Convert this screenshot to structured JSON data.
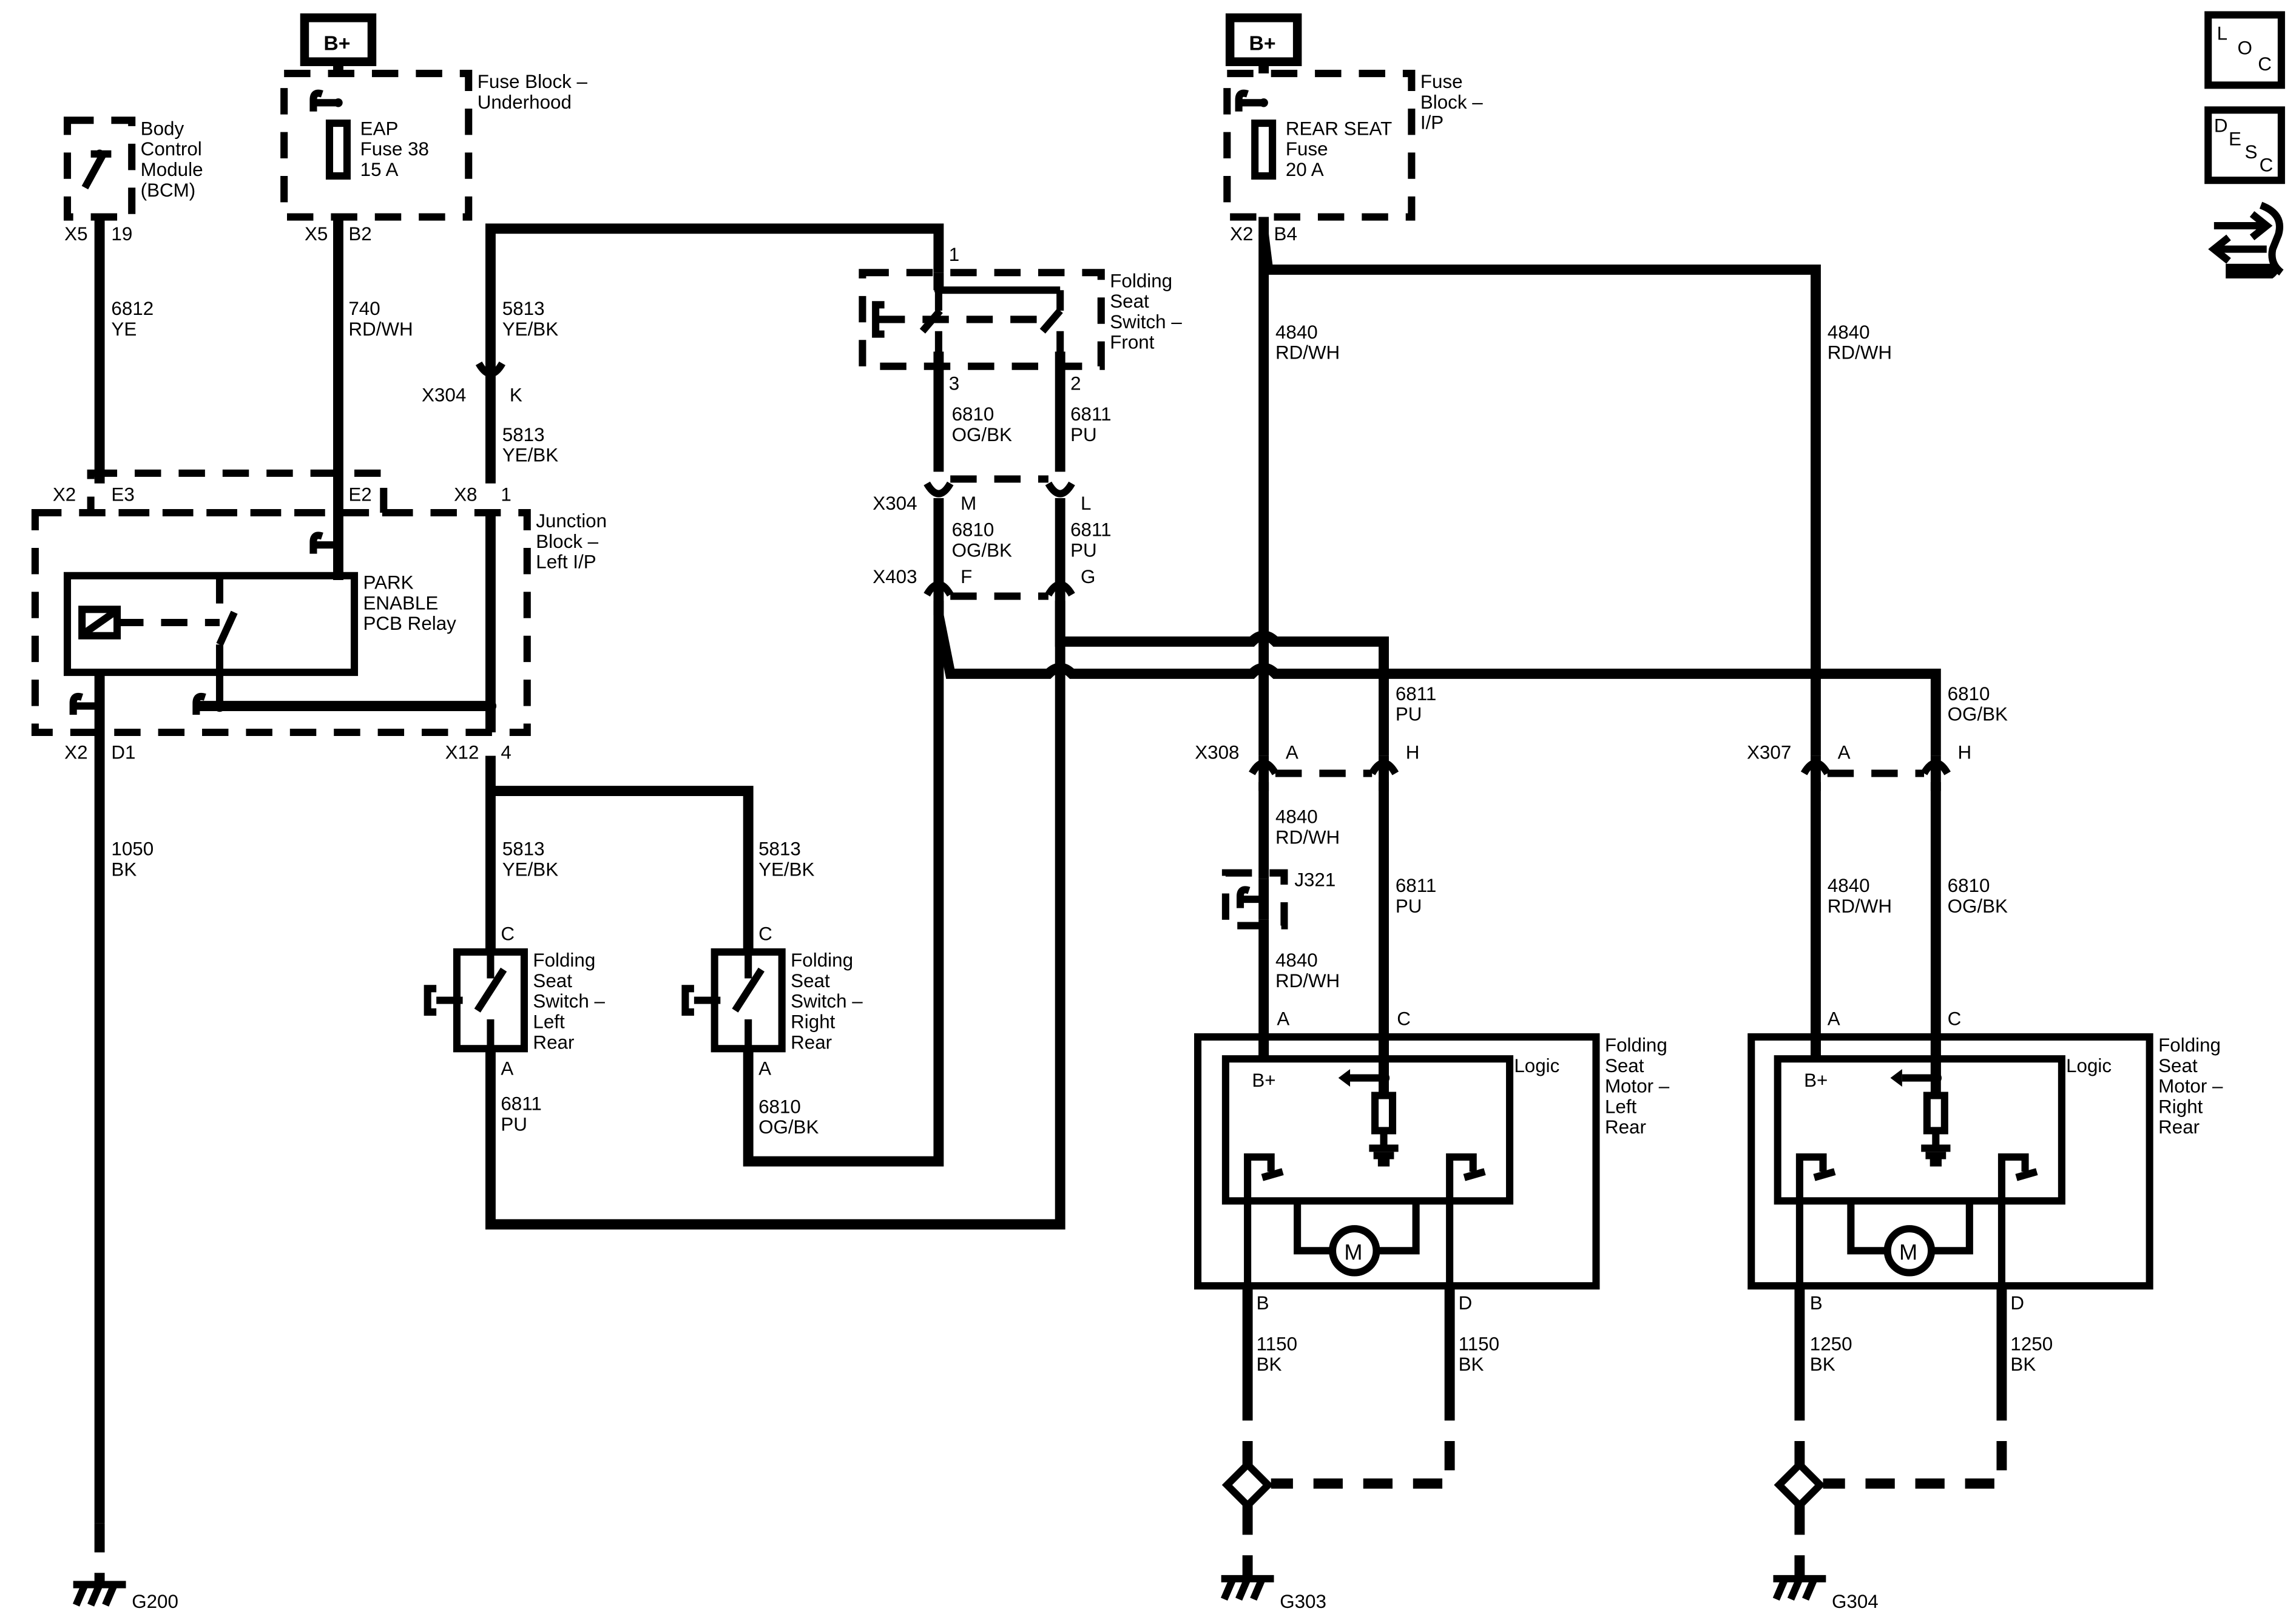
{
  "power": {
    "bplus": "B+"
  },
  "icons": {
    "loc": [
      "L",
      "O",
      "C"
    ],
    "desc": [
      "D",
      "E",
      "S",
      "C"
    ],
    "swap_icon": "component-swap-icon"
  },
  "bcm": {
    "name": [
      "Body",
      "Control",
      "Module",
      "(BCM)"
    ],
    "conn": "X5",
    "pin": "19"
  },
  "fuse_underhood": {
    "block": [
      "Fuse Block –",
      "Underhood"
    ],
    "fuse": [
      "EAP",
      "Fuse 38",
      "15 A"
    ],
    "conn": "X5",
    "pin": "B2"
  },
  "fuse_ip": {
    "block": [
      "Fuse",
      "Block –",
      "I/P"
    ],
    "fuse": [
      "REAR SEAT",
      "Fuse",
      "20 A"
    ],
    "conn": "X2",
    "pin": "B4"
  },
  "junction_block": {
    "name": [
      "Junction",
      "Block –",
      "Left I/P"
    ],
    "relay": [
      "PARK",
      "ENABLE",
      "PCB Relay"
    ],
    "x2": "X2",
    "e3": "E3",
    "e2": "E2",
    "x8": "X8",
    "pin1": "1",
    "x2b": "X2",
    "d1": "D1",
    "x12": "X12",
    "pin4": "4"
  },
  "front_switch": {
    "name": [
      "Folding",
      "Seat",
      "Switch –",
      "Front"
    ],
    "pin1": "1",
    "pin3": "3",
    "pin2": "2"
  },
  "left_rear_switch": {
    "name": [
      "Folding",
      "Seat",
      "Switch –",
      "Left",
      "Rear"
    ],
    "pin_c": "C",
    "pin_a": "A"
  },
  "right_rear_switch": {
    "name": [
      "Folding",
      "Seat",
      "Switch –",
      "Right",
      "Rear"
    ],
    "pin_c": "C",
    "pin_a": "A"
  },
  "connectors": {
    "x304": "X304",
    "k": "K",
    "m": "M",
    "l": "L",
    "x403": "X403",
    "f": "F",
    "g": "G",
    "x308": "X308",
    "x307": "X307",
    "a": "A",
    "h": "H",
    "j321": "J321"
  },
  "wires": {
    "w6812": [
      "6812",
      "YE"
    ],
    "w740": [
      "740",
      "RD/WH"
    ],
    "w5813": [
      "5813",
      "YE/BK"
    ],
    "w1050": [
      "1050",
      "BK"
    ],
    "w6810": [
      "6810",
      "OG/BK"
    ],
    "w6811": [
      "6811",
      "PU"
    ],
    "w4840": [
      "4840",
      "RD/WH"
    ],
    "w1150": [
      "1150",
      "BK"
    ],
    "w1250": [
      "1250",
      "BK"
    ]
  },
  "motor_left": {
    "name": [
      "Folding",
      "Seat",
      "Motor –",
      "Left",
      "Rear"
    ],
    "logic": "Logic",
    "bplus": "B+",
    "motor": "M",
    "a": "A",
    "c": "C",
    "b": "B",
    "d": "D"
  },
  "motor_right": {
    "name": [
      "Folding",
      "Seat",
      "Motor –",
      "Right",
      "Rear"
    ],
    "logic": "Logic",
    "bplus": "B+",
    "motor": "M",
    "a": "A",
    "c": "C",
    "b": "B",
    "d": "D"
  },
  "grounds": {
    "g200": "G200",
    "g303": "G303",
    "g304": "G304"
  }
}
